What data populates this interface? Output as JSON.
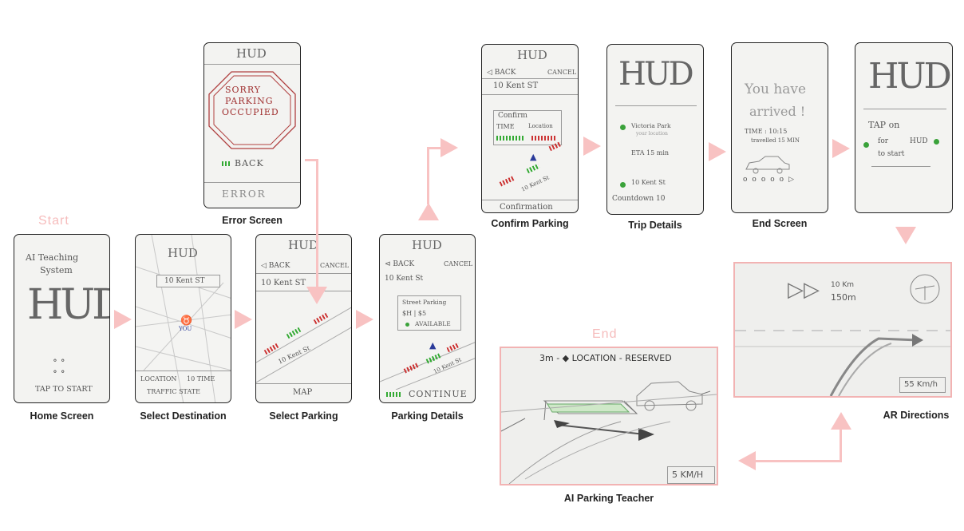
{
  "labels": {
    "start": "Start",
    "end": "End"
  },
  "captions": {
    "home": "Home Screen",
    "select_destination": "Select Destination",
    "select_parking": "Select Parking",
    "parking_details": "Parking Details",
    "error": "Error Screen",
    "confirm_parking": "Confirm Parking",
    "trip_details": "Trip Details",
    "end_screen": "End Screen",
    "ar_directions": "AR Directions",
    "ai_teacher": "AI Parking Teacher"
  },
  "hud": "HUD",
  "home": {
    "line1": "AI Teaching",
    "line2": "System",
    "tap": "TAP TO START"
  },
  "destination": {
    "address": "10 Kent ST",
    "you": "YOU",
    "tab1": "LOCATION",
    "tab2": "10 TIME",
    "tab3": "TRAFFIC STATE"
  },
  "parking": {
    "back": "BACK",
    "cancel": "CANCEL",
    "address": "10 Kent ST",
    "street": "10 Kent St",
    "map": "MAP"
  },
  "details": {
    "back": "BACK",
    "cancel": "CANCEL",
    "address": "10 Kent St",
    "spot": "Street Parking",
    "cost": "$H | $5",
    "available": "AVAILABLE",
    "street": "10 Kent St",
    "continue": "CONTINUE"
  },
  "error": {
    "sign1": "SORRY",
    "sign2": "PARKING",
    "sign3": "OCCUPIED",
    "back": "BACK",
    "bottom": "ERROR"
  },
  "confirm": {
    "back": "BACK",
    "cancel": "CANCEL",
    "address": "10 Kent ST",
    "confirm": "Confirm",
    "time": "TIME",
    "location": "Location",
    "street": "10 Kent St",
    "bottom": "Confirmation"
  },
  "trip": {
    "from": "Victoria Park",
    "from_sub": "your location",
    "eta": "ETA 15 min",
    "to": "10 Kent St",
    "countdown": "Countdown 10"
  },
  "end_screen": {
    "line1": "You have",
    "line2": "arrived !",
    "time": "TIME : 10:15",
    "travelled": "travelled 15 MIN"
  },
  "tap_screen": {
    "tap": "TAP on",
    "for": "for",
    "hud": "HUD",
    "to_start": "to start"
  },
  "ar": {
    "dist1": "10 Km",
    "dist2": "150m",
    "speed": "55 Km/h"
  },
  "teacher": {
    "top": "3m - ◆ LOCATION - RESERVED",
    "speed": "5 KM/H"
  },
  "colors": {
    "accent_pink": "#f8c2c2",
    "sketch_green": "#3aa23a",
    "sketch_red": "#c33333"
  }
}
